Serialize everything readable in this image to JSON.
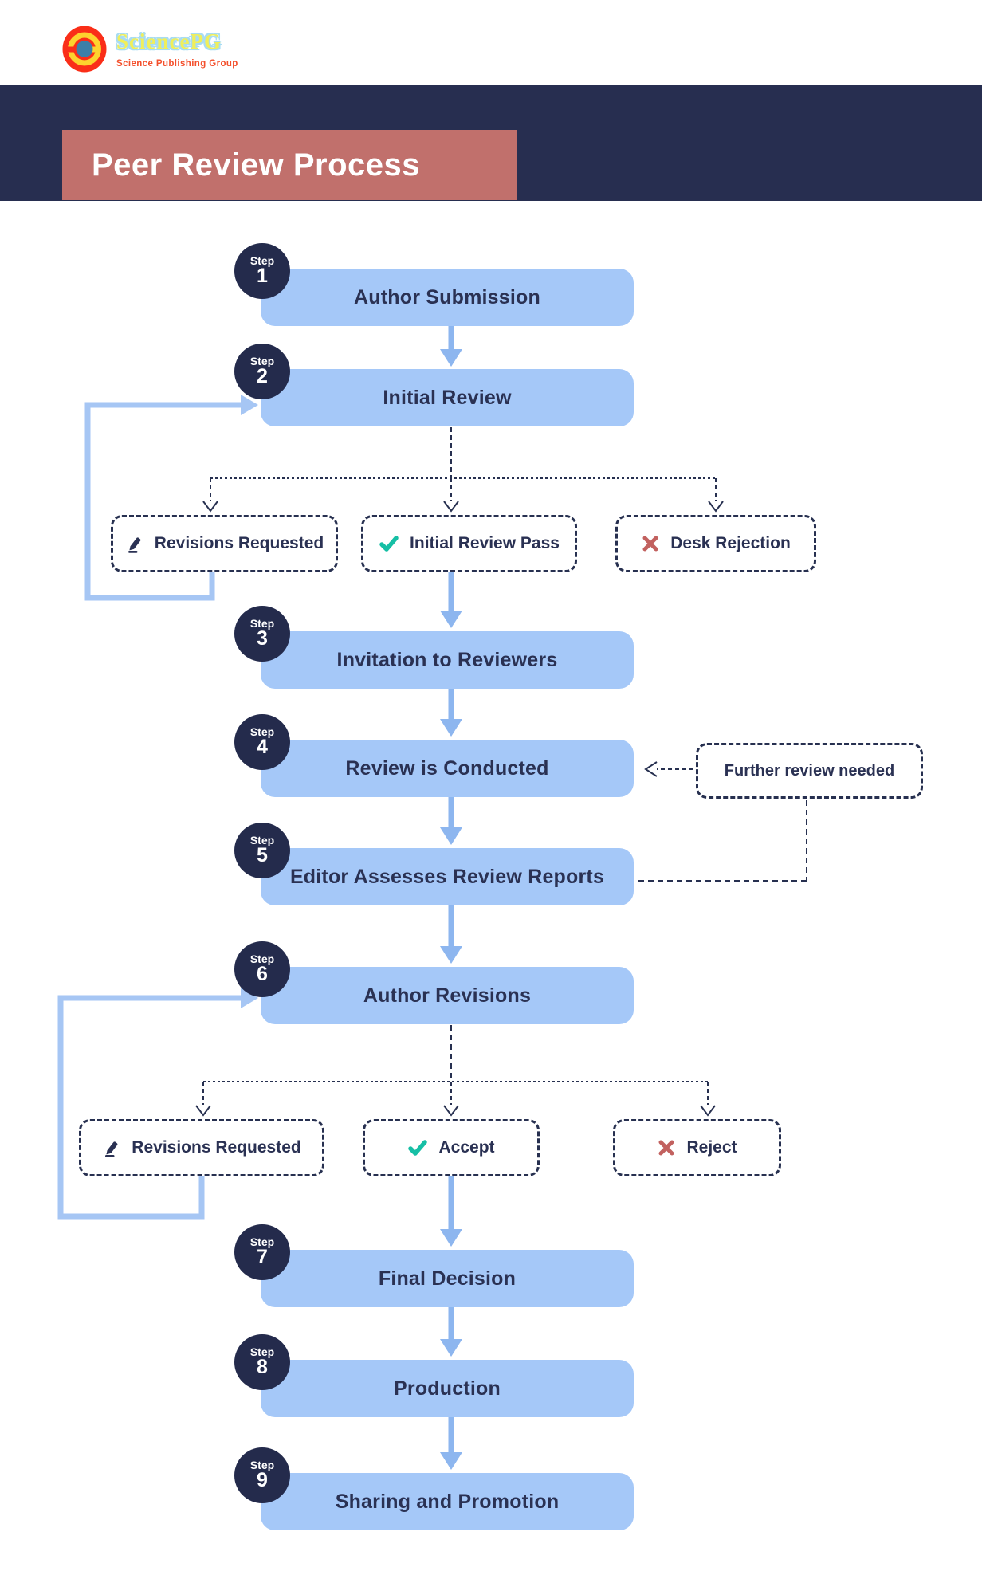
{
  "brand": {
    "name": "SciencePG",
    "tagline": "Science Publishing Group"
  },
  "title": "Peer Review Process",
  "steps": [
    {
      "prefix": "Step",
      "number": "1",
      "label": "Author Submission"
    },
    {
      "prefix": "Step",
      "number": "2",
      "label": "Initial Review"
    },
    {
      "prefix": "Step",
      "number": "3",
      "label": "Invitation to Reviewers"
    },
    {
      "prefix": "Step",
      "number": "4",
      "label": "Review is Conducted"
    },
    {
      "prefix": "Step",
      "number": "5",
      "label": "Editor Assesses Review Reports"
    },
    {
      "prefix": "Step",
      "number": "6",
      "label": "Author Revisions"
    },
    {
      "prefix": "Step",
      "number": "7",
      "label": "Final Decision"
    },
    {
      "prefix": "Step",
      "number": "8",
      "label": "Production"
    },
    {
      "prefix": "Step",
      "number": "9",
      "label": "Sharing and Promotion"
    }
  ],
  "branches_initial_review": [
    {
      "icon": "pencil-icon",
      "label": "Revisions Requested"
    },
    {
      "icon": "check-icon",
      "label": "Initial Review Pass"
    },
    {
      "icon": "x-icon",
      "label": "Desk Rejection"
    }
  ],
  "branches_author_revisions": [
    {
      "icon": "pencil-icon",
      "label": "Revisions Requested"
    },
    {
      "icon": "check-icon",
      "label": "Accept"
    },
    {
      "icon": "x-icon",
      "label": "Reject"
    }
  ],
  "side_note": {
    "label": "Further review needed"
  },
  "colors": {
    "navy": "#272e50",
    "salmon": "#c1706c",
    "light_blue": "#a5c8f8",
    "arrow_blue": "#8db6ef",
    "loop_blue": "#a6c6f4",
    "teal": "#16bfa5",
    "red_x": "#c2615f",
    "dash_navy": "#273050"
  }
}
